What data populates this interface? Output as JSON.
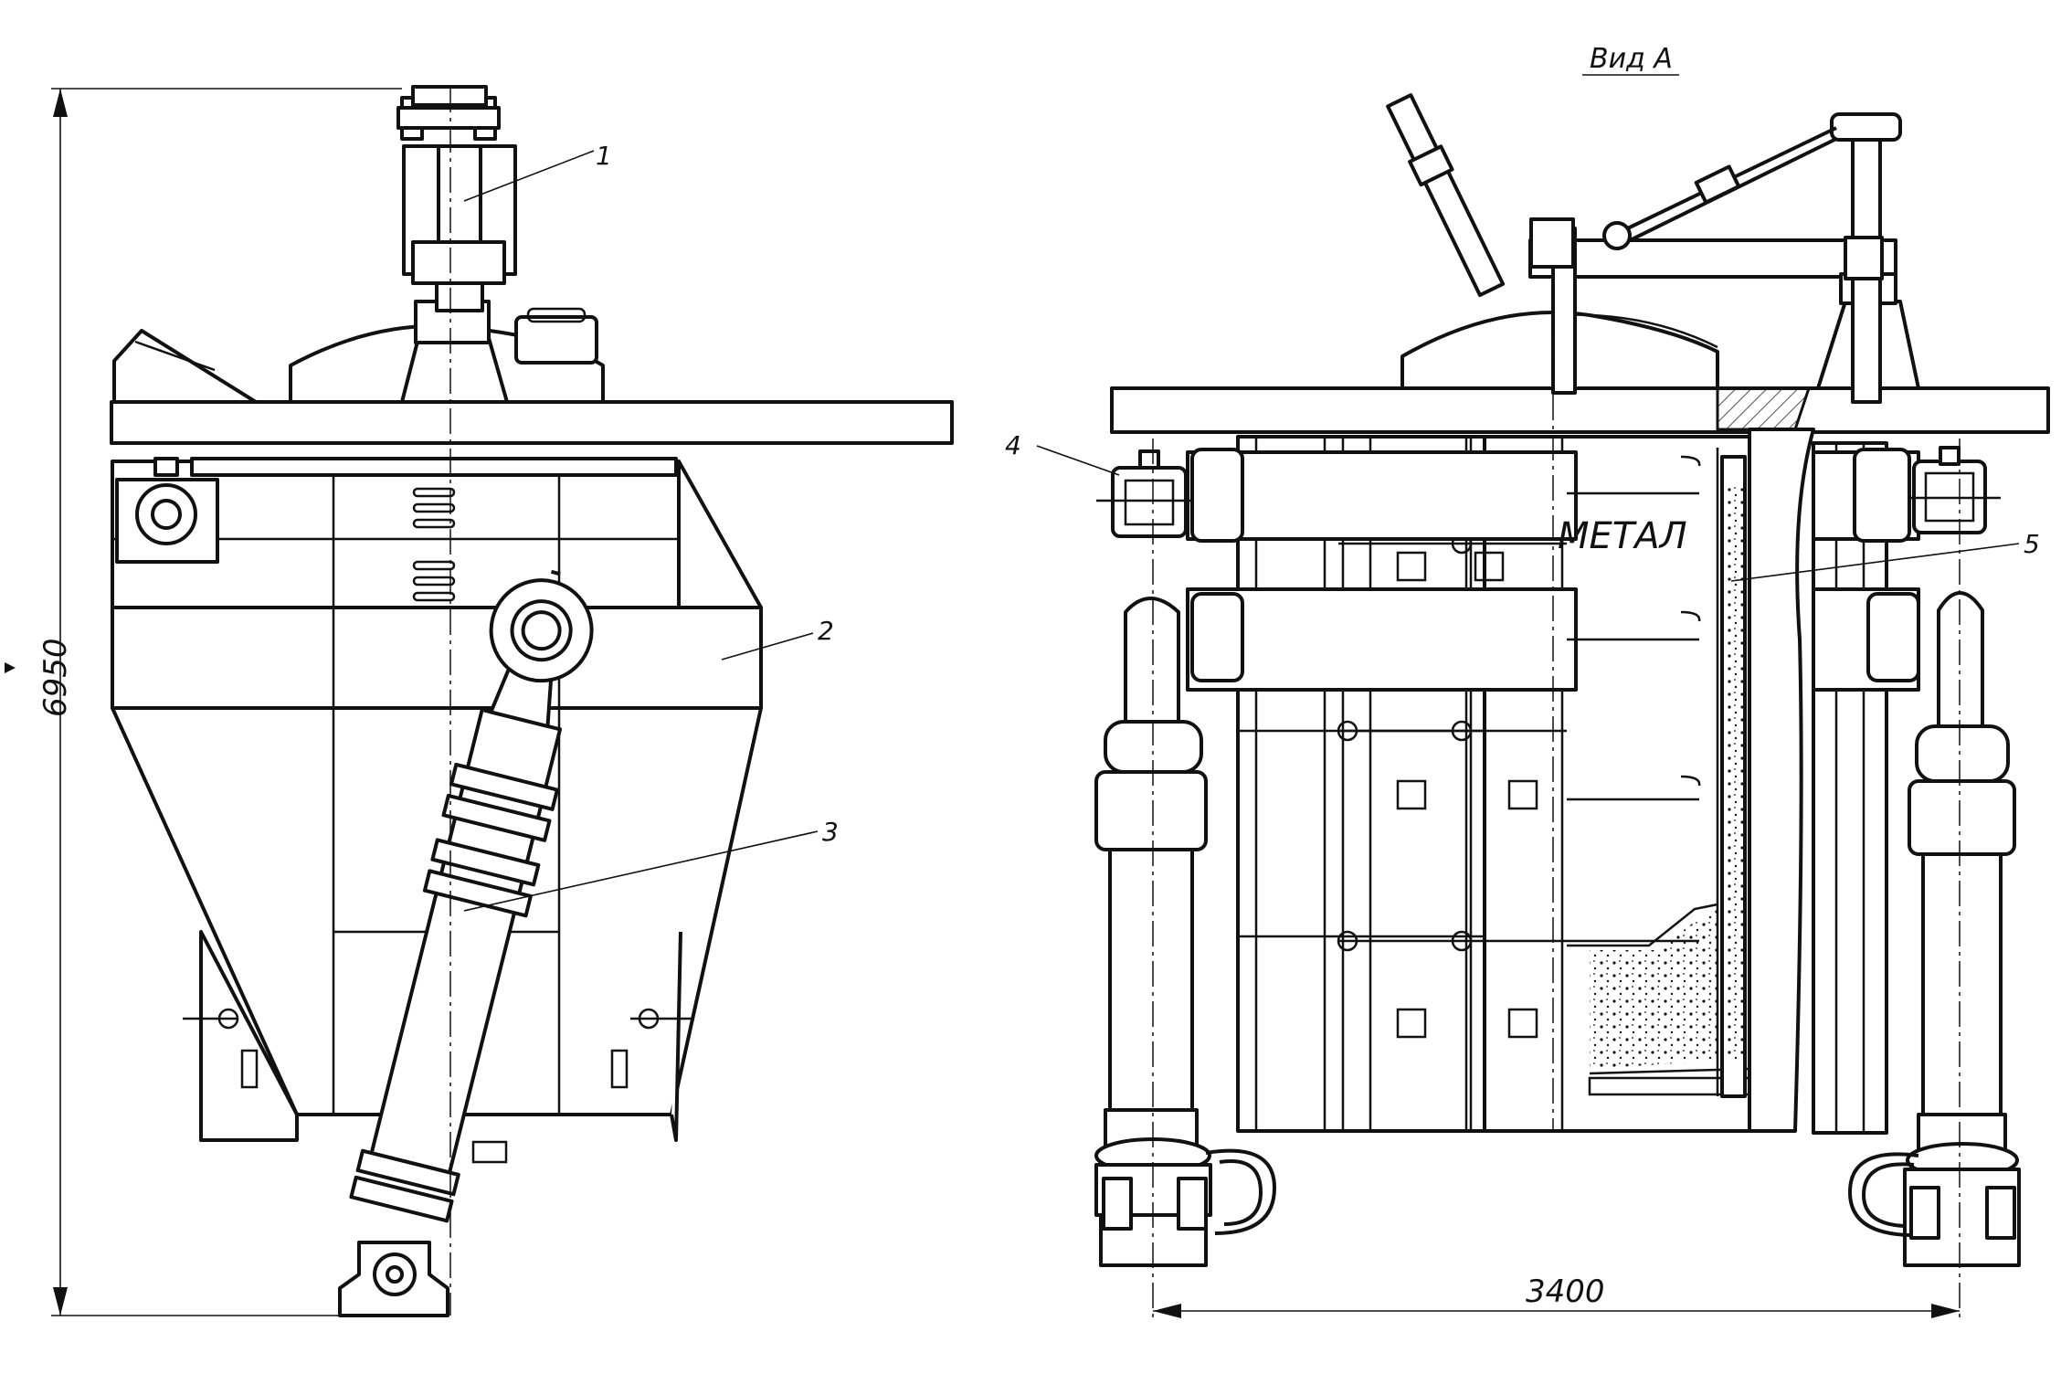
{
  "view_title": "Вид А",
  "callouts": [
    "1",
    "2",
    "3",
    "4",
    "5"
  ],
  "dimensions": {
    "height_label": "6950",
    "width_label": "3400"
  },
  "inner_label": "МЕТАЛ"
}
